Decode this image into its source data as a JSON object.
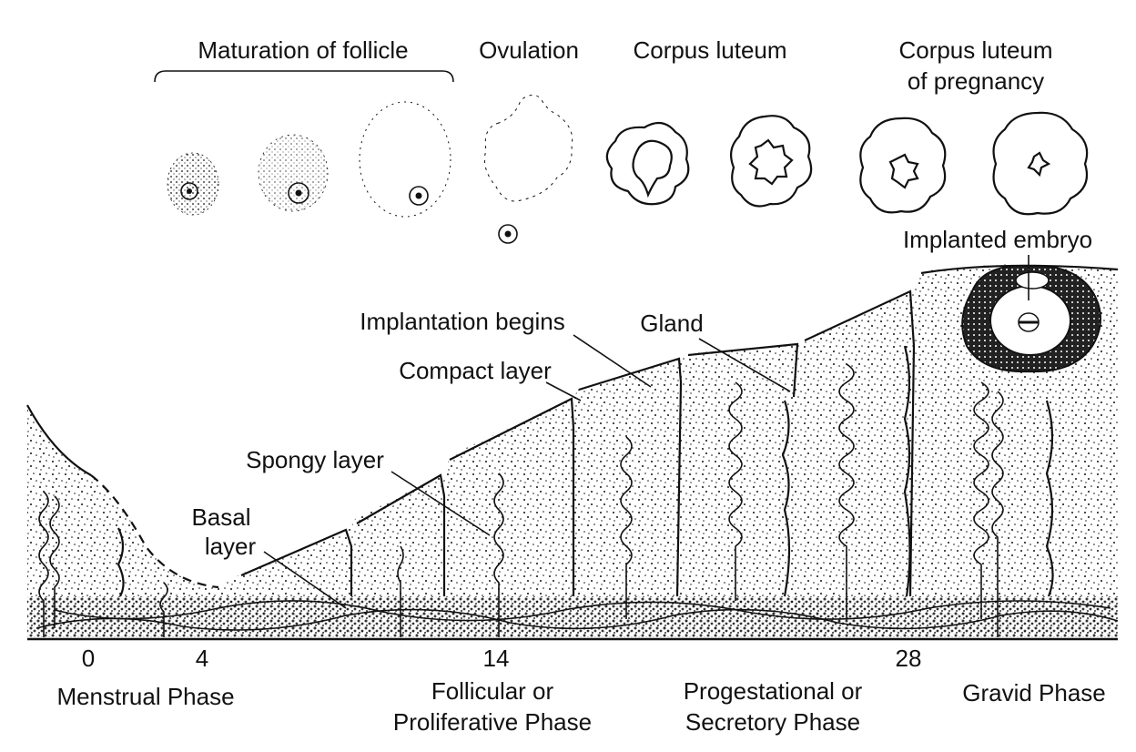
{
  "ovary": {
    "maturation_label": "Maturation of follicle",
    "ovulation_label": "Ovulation",
    "corpus_luteum_label": "Corpus luteum",
    "pregnancy_label_line1": "Corpus luteum",
    "pregnancy_label_line2": "of pregnancy"
  },
  "endometrium": {
    "implanted_embryo": "Implanted embryo",
    "implantation_begins": "Implantation begins",
    "gland": "Gland",
    "compact_layer": "Compact layer",
    "spongy_layer": "Spongy layer",
    "basal_layer_line1": "Basal",
    "basal_layer_line2": "layer"
  },
  "days": {
    "d0": "0",
    "d4": "4",
    "d14": "14",
    "d28": "28"
  },
  "phases": {
    "menstrual": "Menstrual Phase",
    "follicular_line1": "Follicular or",
    "follicular_line2": "Proliferative Phase",
    "secretory_line1": "Progestational or",
    "secretory_line2": "Secretory Phase",
    "gravid": "Gravid Phase"
  },
  "colors": {
    "ink": "#111111",
    "paper": "#ffffff"
  }
}
